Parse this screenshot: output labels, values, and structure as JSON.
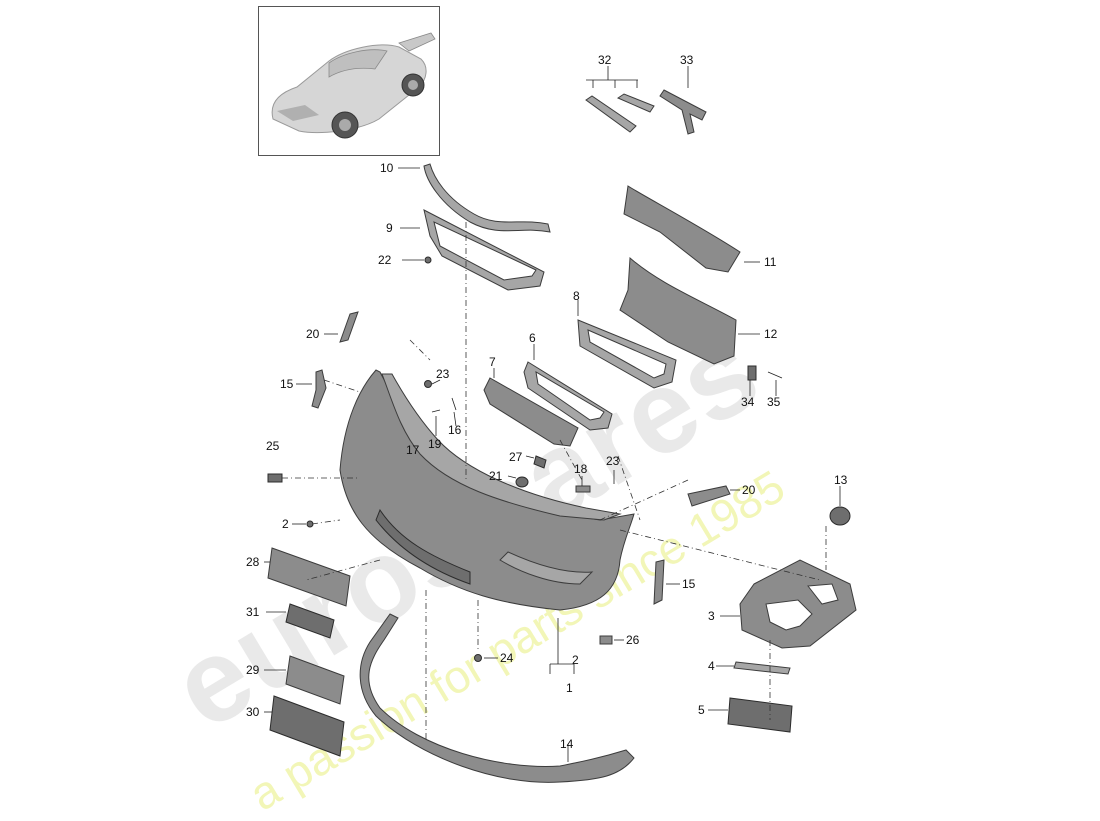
{
  "watermark": {
    "word": "eurospares",
    "tagline": "a passion for parts since 1985"
  },
  "callouts": [
    {
      "id": "c32",
      "text": "32"
    },
    {
      "id": "c33",
      "text": "33"
    },
    {
      "id": "c10",
      "text": "10"
    },
    {
      "id": "c9",
      "text": "9"
    },
    {
      "id": "c22",
      "text": "22"
    },
    {
      "id": "c11",
      "text": "11"
    },
    {
      "id": "c8",
      "text": "8"
    },
    {
      "id": "c12",
      "text": "12"
    },
    {
      "id": "c20a",
      "text": "20"
    },
    {
      "id": "c6",
      "text": "6"
    },
    {
      "id": "c7",
      "text": "7"
    },
    {
      "id": "c15a",
      "text": "15"
    },
    {
      "id": "c23a",
      "text": "23"
    },
    {
      "id": "c34",
      "text": "34"
    },
    {
      "id": "c35",
      "text": "35"
    },
    {
      "id": "c16",
      "text": "16"
    },
    {
      "id": "c17",
      "text": "17"
    },
    {
      "id": "c19",
      "text": "19"
    },
    {
      "id": "c25",
      "text": "25"
    },
    {
      "id": "c27",
      "text": "27"
    },
    {
      "id": "c18",
      "text": "18"
    },
    {
      "id": "c23b",
      "text": "23"
    },
    {
      "id": "c21",
      "text": "21"
    },
    {
      "id": "c20b",
      "text": "20"
    },
    {
      "id": "c13",
      "text": "13"
    },
    {
      "id": "c2a",
      "text": "2"
    },
    {
      "id": "c28",
      "text": "28"
    },
    {
      "id": "c15b",
      "text": "15"
    },
    {
      "id": "c3",
      "text": "3"
    },
    {
      "id": "c31",
      "text": "31"
    },
    {
      "id": "c26",
      "text": "26"
    },
    {
      "id": "c24",
      "text": "24"
    },
    {
      "id": "c2b",
      "text": "2"
    },
    {
      "id": "c1",
      "text": "1"
    },
    {
      "id": "c4",
      "text": "4"
    },
    {
      "id": "c29",
      "text": "29"
    },
    {
      "id": "c5",
      "text": "5"
    },
    {
      "id": "c30",
      "text": "30"
    },
    {
      "id": "c14",
      "text": "14"
    }
  ]
}
